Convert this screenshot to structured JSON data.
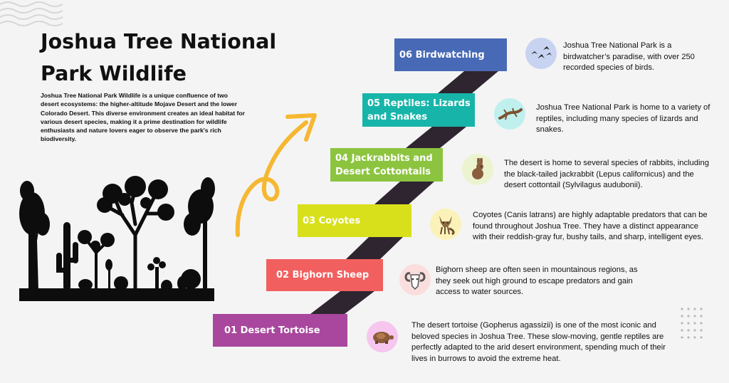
{
  "header": {
    "title": "Joshua Tree National Park Wildlife",
    "intro": "Joshua Tree National Park Wildlife is a unique confluence of two desert ecosystems: the higher-altitude Mojave Desert and the lower Colorado Desert. This diverse environment creates an ideal habitat for various desert species, making it a prime destination for wildlife enthusiasts and nature lovers eager to observe the park's rich biodiversity."
  },
  "steps": [
    {
      "label": "01 Desert Tortoise",
      "color": "#a8479d",
      "icon": "tortoise-icon",
      "icon_bg": "#f6c6ee",
      "text": "The desert tortoise (Gopherus agassizii) is one of the most iconic and beloved species in Joshua Tree. These slow-moving, gentle reptiles are perfectly adapted to the arid desert environment, spending much of their lives in burrows to avoid the extreme heat."
    },
    {
      "label": "02  Bighorn Sheep",
      "color": "#f15f5f",
      "icon": "bighorn-sheep-icon",
      "icon_bg": "#fadede",
      "text": "Bighorn sheep are often seen in mountainous regions, as they seek out high ground to escape predators and gain access to water sources."
    },
    {
      "label": "03 Coyotes",
      "color": "#d8e01b",
      "icon": "coyote-icon",
      "icon_bg": "#fbf2b9",
      "text": "Coyotes (Canis latrans) are highly adaptable predators that can be found throughout Joshua Tree. They have a distinct appearance with their reddish-gray fur, bushy tails, and sharp, intelligent eyes."
    },
    {
      "label": "04 Jackrabbits and Desert Cottontails",
      "color": "#8cc43f",
      "icon": "rabbit-icon",
      "icon_bg": "#ecf3cf",
      "text": "The desert is home to several species of rabbits, including the black-tailed jackrabbit (Lepus californicus) and the desert cottontail (Sylvilagus audubonii)."
    },
    {
      "label": "05 Reptiles: Lizards and Snakes",
      "color": "#17b5a9",
      "icon": "lizard-icon",
      "icon_bg": "#bff0ee",
      "text": "Joshua Tree National Park is home to a variety of reptiles, including many species of lizards and snakes."
    },
    {
      "label": "06 Birdwatching",
      "color": "#4869b5",
      "icon": "birds-icon",
      "icon_bg": "#c8d3f2",
      "text": "Joshua Tree National Park is a birdwatcher’s paradise, with over 250 recorded species of birds."
    }
  ],
  "colors": {
    "ribbon": "#2e2530",
    "arrow": "#f6b731",
    "silhouette": "#0d0d0d"
  }
}
